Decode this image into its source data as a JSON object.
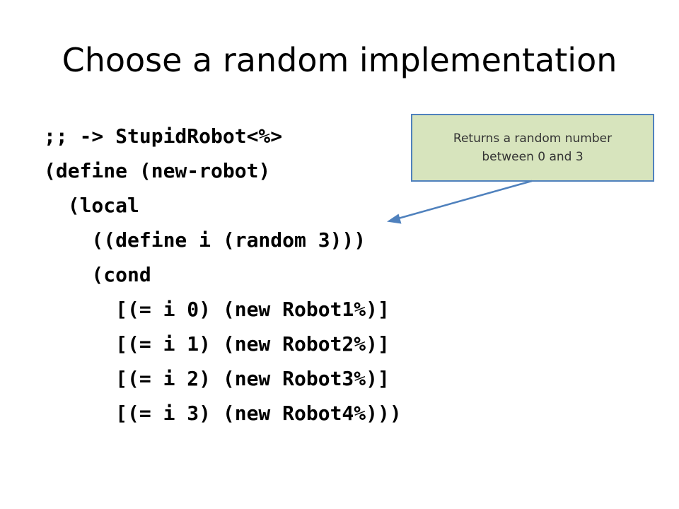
{
  "slide": {
    "title": "Choose a random implementation",
    "code_lines": [
      ";; -> StupidRobot<%>",
      "(define (new-robot)",
      "  (local",
      "    ((define i (random 3)))",
      "    (cond",
      "      [(= i 0) (new Robot1%)]",
      "      [(= i 1) (new Robot2%)]",
      "      [(= i 2) (new Robot3%)]",
      "      [(= i 3) (new Robot4%)))"
    ],
    "callout": {
      "line1": "Returns a random number",
      "line2": "between 0 and 3"
    }
  },
  "colors": {
    "callout_fill": "#d7e4bd",
    "callout_border": "#4f81bd",
    "arrow": "#4f81bd"
  }
}
